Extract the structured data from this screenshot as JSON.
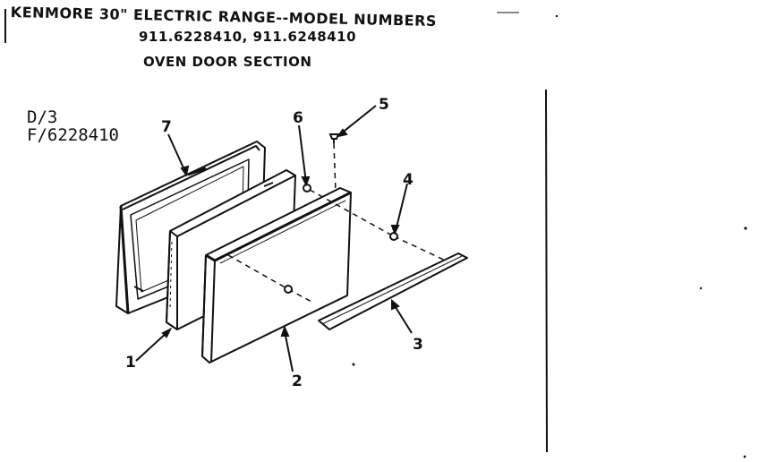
{
  "header": {
    "title_line1": "KENMORE 30\" ELECTRIC RANGE--MODEL NUMBERS",
    "title_line2": "911.6228410, 911.6248410",
    "title_line3": "OVEN DOOR SECTION"
  },
  "reference": {
    "line1": "D/3",
    "line2": "F/6228410"
  },
  "callouts": {
    "c1": "1",
    "c2": "2",
    "c3": "3",
    "c4": "4",
    "c5": "5",
    "c6": "6",
    "c7": "7"
  }
}
